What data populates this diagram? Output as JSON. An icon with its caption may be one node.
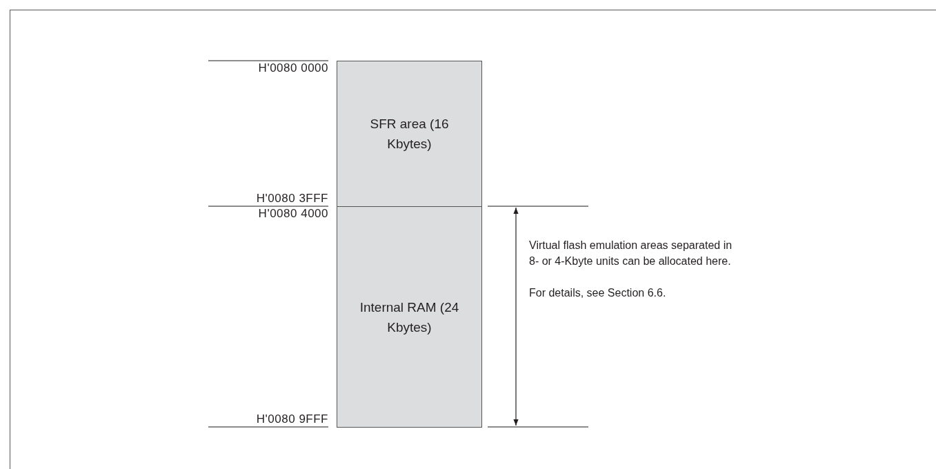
{
  "diagram": {
    "nodes": [
      {
        "text": [
          "SFR area (16 Kbytes)"
        ]
      },
      {
        "text": [
          "Internal RAM (24 Kbytes)"
        ]
      }
    ],
    "edges": [],
    "labels": [
      "H'0080 0000",
      "H'0080 3FFF",
      "H'0080 4000",
      "H'0080 9FFF",
      "Virtual flash emulation areas separated in 8- or 4-Kbyte units can be allocated here.",
      "For details, see Section 6.6."
    ]
  }
}
